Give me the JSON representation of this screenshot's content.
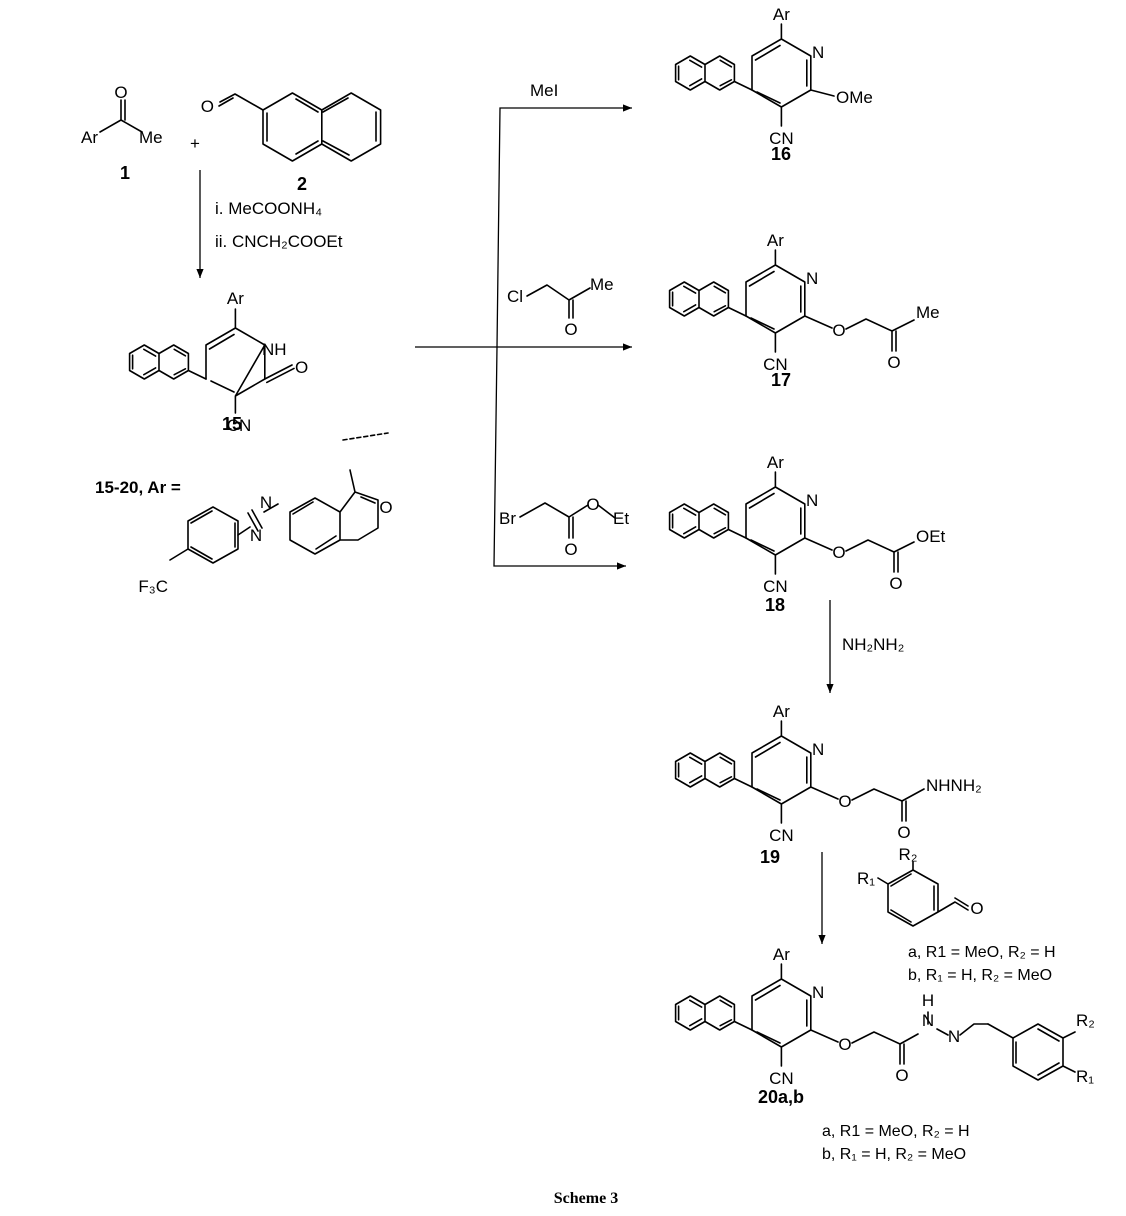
{
  "caption": "Scheme 3",
  "compounds": {
    "c1": "1",
    "c2": "2",
    "c15": "15",
    "c16": "16",
    "c17": "17",
    "c18": "18",
    "c19": "19",
    "c20": "20a,b"
  },
  "atoms": {
    "Ar": "Ar",
    "Me": "Me",
    "O": "O",
    "N": "N",
    "NH": "NH",
    "CN": "CN",
    "OMe": "OMe",
    "OEt": "OEt",
    "Et": "Et",
    "Cl": "Cl",
    "Br": "Br",
    "H": "H",
    "NHNH2": "NHNH₂",
    "R1": "R₁",
    "R2": "R₂",
    "F3C": "F₃C"
  },
  "reagents": {
    "plus": "+",
    "step_i": "i. MeCOONH₄",
    "step_ii": "ii. CNCH₂COOEt",
    "mei": "MeI",
    "hydrazine": "NH₂NH₂"
  },
  "ar_definition": "15-20, Ar =",
  "substituents": {
    "a": "a, R1 = MeO, R₂ = H",
    "b": "b, R₁ = H, R₂ = MeO"
  }
}
